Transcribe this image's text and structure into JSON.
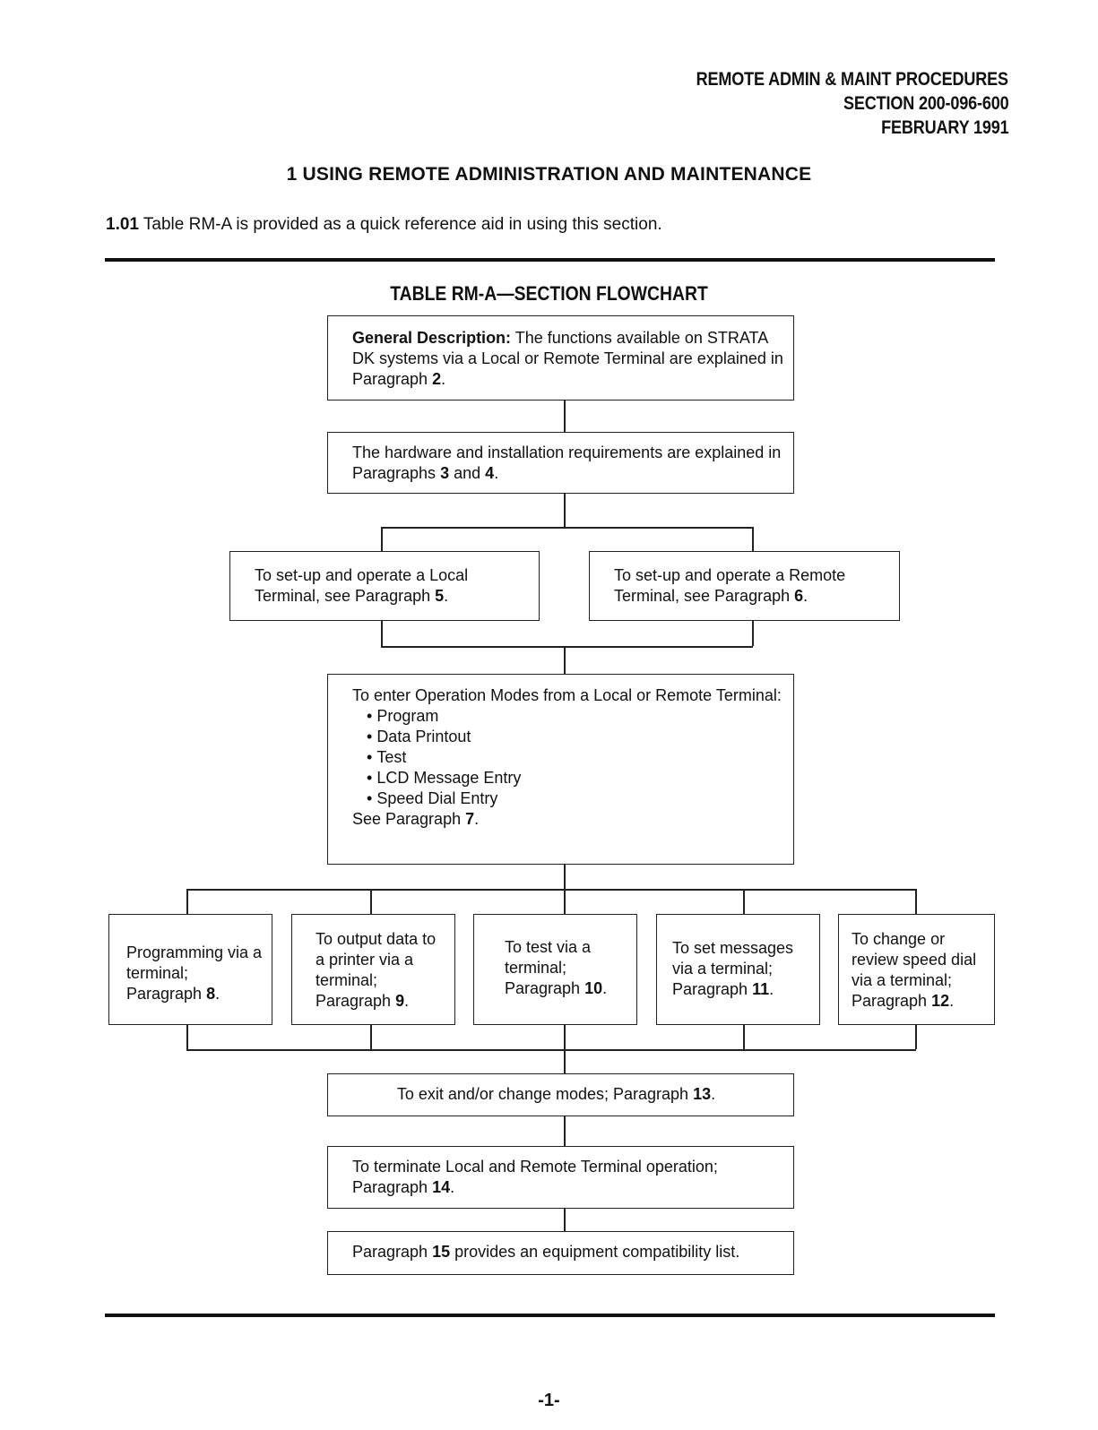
{
  "header": {
    "line1": "REMOTE ADMIN & MAINT PROCEDURES",
    "line2": "SECTION 200-096-600",
    "line3": "FEBRUARY 1991"
  },
  "section_title": "1 USING REMOTE ADMINISTRATION AND MAINTENANCE",
  "intro": {
    "number": "1.01",
    "text": "Table RM-A is provided as a quick reference aid in using this section."
  },
  "table_title": "TABLE RM-A—SECTION FLOWCHART",
  "flowchart": {
    "general": {
      "label": "General Description:",
      "text": "The functions available on STRATA DK systems via a Local or Remote Terminal are explained in Paragraph",
      "ref": "2",
      "end": "."
    },
    "hardware": {
      "text": "The hardware and installation requirements are explained in Paragraphs",
      "ref1": "3",
      "mid": "and",
      "ref2": "4",
      "end": "."
    },
    "local": {
      "text": "To set-up and operate a Local Terminal, see Paragraph",
      "ref": "5",
      "end": "."
    },
    "remote": {
      "text": "To set-up and operate a Remote Terminal, see Paragraph",
      "ref": "6",
      "end": "."
    },
    "modes": {
      "text": "To enter Operation Modes from a Local or Remote Terminal:",
      "items": [
        "Program",
        "Data Printout",
        "Test",
        "LCD Message Entry",
        "Speed Dial Entry"
      ],
      "see": "See Paragraph",
      "ref": "7",
      "end": "."
    },
    "programming": {
      "text": "Programming via a terminal; Paragraph",
      "ref": "8",
      "end": "."
    },
    "output": {
      "text": "To output data to a printer via a terminal; Paragraph",
      "ref": "9",
      "end": "."
    },
    "test": {
      "text": "To test via a terminal; Paragraph",
      "ref": "10",
      "end": "."
    },
    "messages": {
      "text": "To set messages via a terminal; Paragraph",
      "ref": "11",
      "end": "."
    },
    "speed": {
      "text": "To change or review speed dial via a terminal; Paragraph",
      "ref": "12",
      "end": "."
    },
    "exit": {
      "text": "To exit and/or change modes; Paragraph",
      "ref": "13",
      "end": "."
    },
    "terminate": {
      "text": "To terminate Local and Remote Terminal operation; Paragraph",
      "ref": "14",
      "end": "."
    },
    "compat": {
      "pre": "Paragraph",
      "ref": "15",
      "text": "provides an equipment compatibility list."
    }
  },
  "page_number": "-1-"
}
